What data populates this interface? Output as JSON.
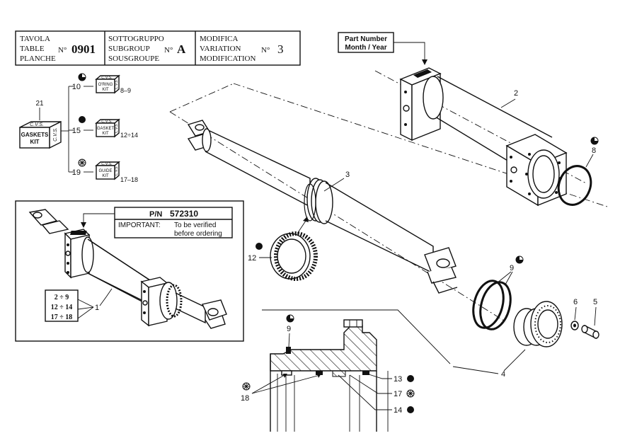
{
  "header": {
    "col1": [
      "TAVOLA",
      "TABLE",
      "PLANCHE"
    ],
    "table_prefix": "N°",
    "table_number": "0901",
    "col2": [
      "SOTTOGRUPPO",
      "SUBGROUP",
      "SOUSGROUPE"
    ],
    "subgroup_prefix": "N°",
    "subgroup_value": "A",
    "col3": [
      "MODIFICA",
      "VARIATION",
      "MODIFICATION"
    ],
    "variation_prefix": "N°",
    "variation_value": "3"
  },
  "part_number_label": [
    "Part Number",
    "Month / Year"
  ],
  "kits": {
    "main": {
      "ref": "21",
      "label_top": "C.V.S.",
      "label": [
        "GASKETS",
        "KIT"
      ],
      "side": "C.V.S."
    },
    "oring": {
      "ref": "10",
      "label_top": "C.V.S.",
      "label": [
        "O'RING",
        "KIT"
      ],
      "side": "C.V.S.",
      "range": "8–9",
      "symbol": "half-circle-icon"
    },
    "gasket": {
      "ref": "15",
      "label_top": "C.V.S.",
      "label": [
        "GASKET",
        "KIT"
      ],
      "side": "C.V.S.",
      "range": "12÷14",
      "symbol": "filled-circle-icon"
    },
    "guide": {
      "ref": "19",
      "label_top": "C.V.S.",
      "label": [
        "GUIDE",
        "KIT"
      ],
      "side": "C.V.S.",
      "range": "17–18",
      "symbol": "asterisk-circle-icon"
    }
  },
  "inset": {
    "pn_label": "P/N",
    "pn_value": "572310",
    "important_label": "IMPORTANT:",
    "important_text": [
      "To be verified",
      "before ordering"
    ],
    "ranges": [
      "2 ÷ 9",
      "12 ÷ 14",
      "17 ÷ 18"
    ],
    "ref": "1"
  },
  "callouts": {
    "c2": "2",
    "c3": "3",
    "c4": "4",
    "c5": "5",
    "c6": "6",
    "c8": "8",
    "c9": "9",
    "c12": "12",
    "c9b": "9",
    "c13": "13",
    "c17": "17",
    "c14": "14",
    "c18": "18"
  }
}
